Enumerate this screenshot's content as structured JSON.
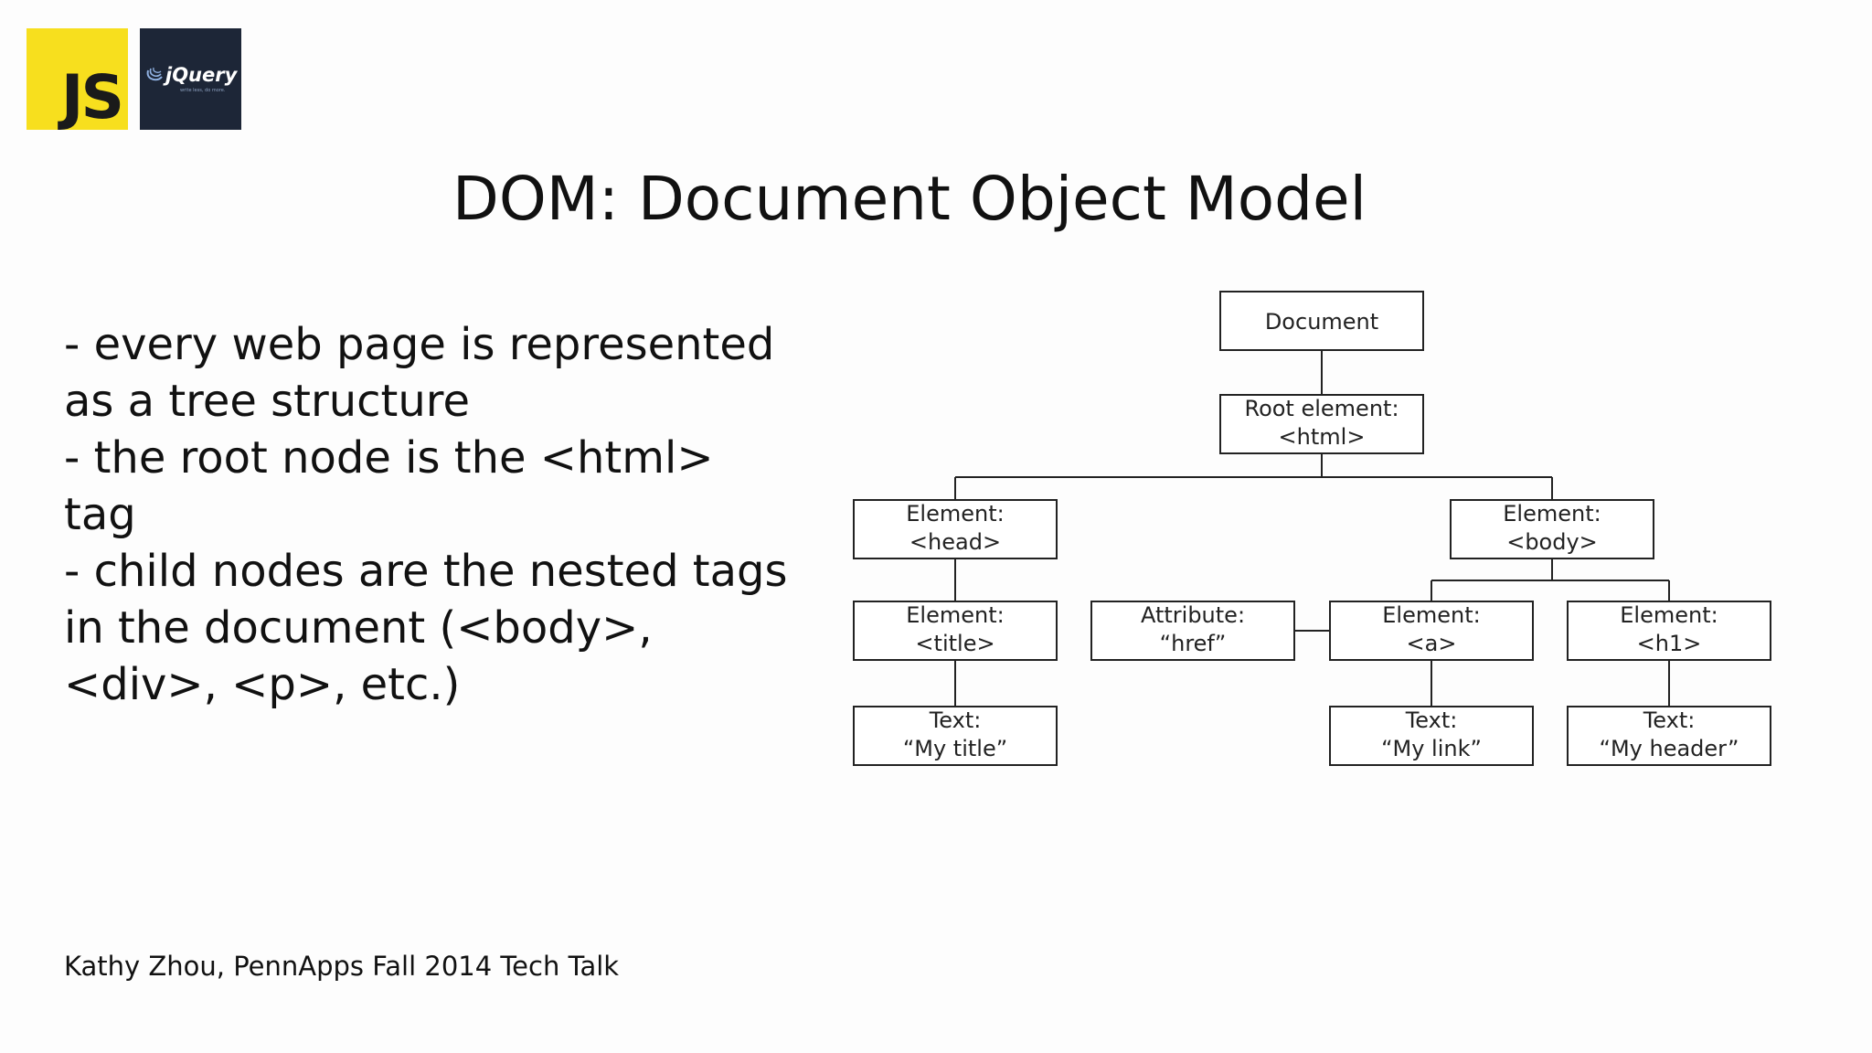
{
  "logos": {
    "js_text": "JS",
    "jquery_text": "jQuery",
    "jquery_tagline": "write less, do more.",
    "js_color": "#f7df1e",
    "jquery_bg_color": "#1d2637"
  },
  "slide": {
    "title": "DOM: Document Object Model",
    "bullets": [
      "- every web page is represented as a tree structure",
      "- the root node is the <html> tag",
      "- child nodes are the nested tags in the document (<body>, <div>, <p>, etc.)"
    ],
    "credit": "Kathy Zhou, PennApps Fall 2014 Tech Talk"
  },
  "diagram": {
    "nodes": [
      {
        "id": "document",
        "lines": [
          "Document"
        ]
      },
      {
        "id": "root",
        "lines": [
          "Root element:",
          "<html>"
        ]
      },
      {
        "id": "head",
        "lines": [
          "Element:",
          "<head>"
        ]
      },
      {
        "id": "body",
        "lines": [
          "Element:",
          "<body>"
        ]
      },
      {
        "id": "title",
        "lines": [
          "Element:",
          "<title>"
        ]
      },
      {
        "id": "href",
        "lines": [
          "Attribute:",
          "“href”"
        ]
      },
      {
        "id": "a",
        "lines": [
          "Element:",
          "<a>"
        ]
      },
      {
        "id": "h1",
        "lines": [
          "Element:",
          "<h1>"
        ]
      },
      {
        "id": "text-title",
        "lines": [
          "Text:",
          "“My title”"
        ]
      },
      {
        "id": "text-link",
        "lines": [
          "Text:",
          "“My link”"
        ]
      },
      {
        "id": "text-header",
        "lines": [
          "Text:",
          "“My header”"
        ]
      }
    ],
    "edges": [
      [
        "document",
        "root"
      ],
      [
        "root",
        "head"
      ],
      [
        "root",
        "body"
      ],
      [
        "head",
        "title"
      ],
      [
        "body",
        "a"
      ],
      [
        "body",
        "h1"
      ],
      [
        "title",
        "text-title"
      ],
      [
        "a",
        "text-link"
      ],
      [
        "h1",
        "text-header"
      ],
      [
        "href",
        "a"
      ]
    ]
  }
}
